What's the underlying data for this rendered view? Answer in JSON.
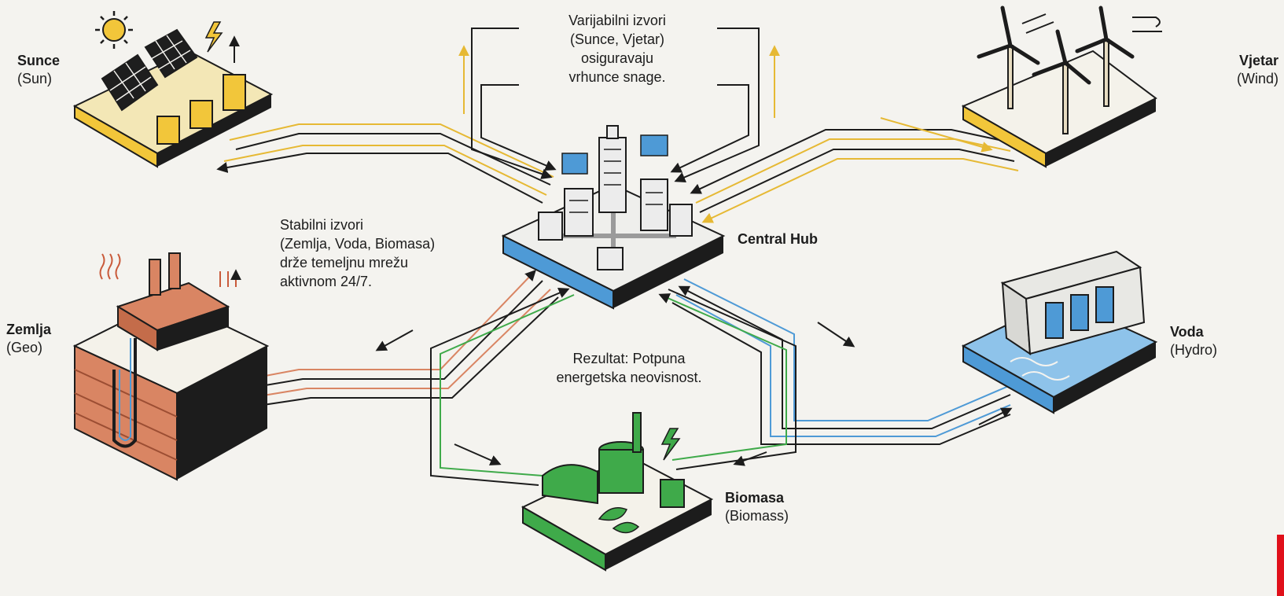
{
  "nodes": {
    "sun": {
      "name": "Sunce",
      "sub": "(Sun)"
    },
    "wind": {
      "name": "Vjetar",
      "sub": "(Wind)"
    },
    "hub": {
      "name": "Central Hub"
    },
    "geo": {
      "name": "Zemlja",
      "sub": "(Geo)"
    },
    "hydro": {
      "name": "Voda",
      "sub": "(Hydro)"
    },
    "biomass": {
      "name": "Biomasa",
      "sub": "(Biomass)"
    }
  },
  "notes": {
    "variable": [
      "Varijabilni izvori",
      "(Sunce, Vjetar)",
      "osiguravaju",
      "vrhunce snage."
    ],
    "stable": [
      "Stabilni izvori",
      "(Zemlja, Voda, Biomasa)",
      "drže temeljnu mrežu",
      "aktivnom 24/7."
    ],
    "result": [
      "Rezultat: Potpuna",
      "energetska neovisnost."
    ]
  },
  "colors": {
    "background": "#f4f3ef",
    "sun": "#f2c63a",
    "wind": "#e9c15a",
    "geo": "#d98563",
    "hydro": "#4e9ad6",
    "biomass": "#3faa4a",
    "line": "#1c1c1c",
    "marker": "#e0101a"
  },
  "icons": [
    "sun-icon",
    "lightning-icon",
    "wind-turbine-icon",
    "factory-icon",
    "dam-icon",
    "leaf-icon",
    "building-icon",
    "chart-bubble-icon"
  ]
}
